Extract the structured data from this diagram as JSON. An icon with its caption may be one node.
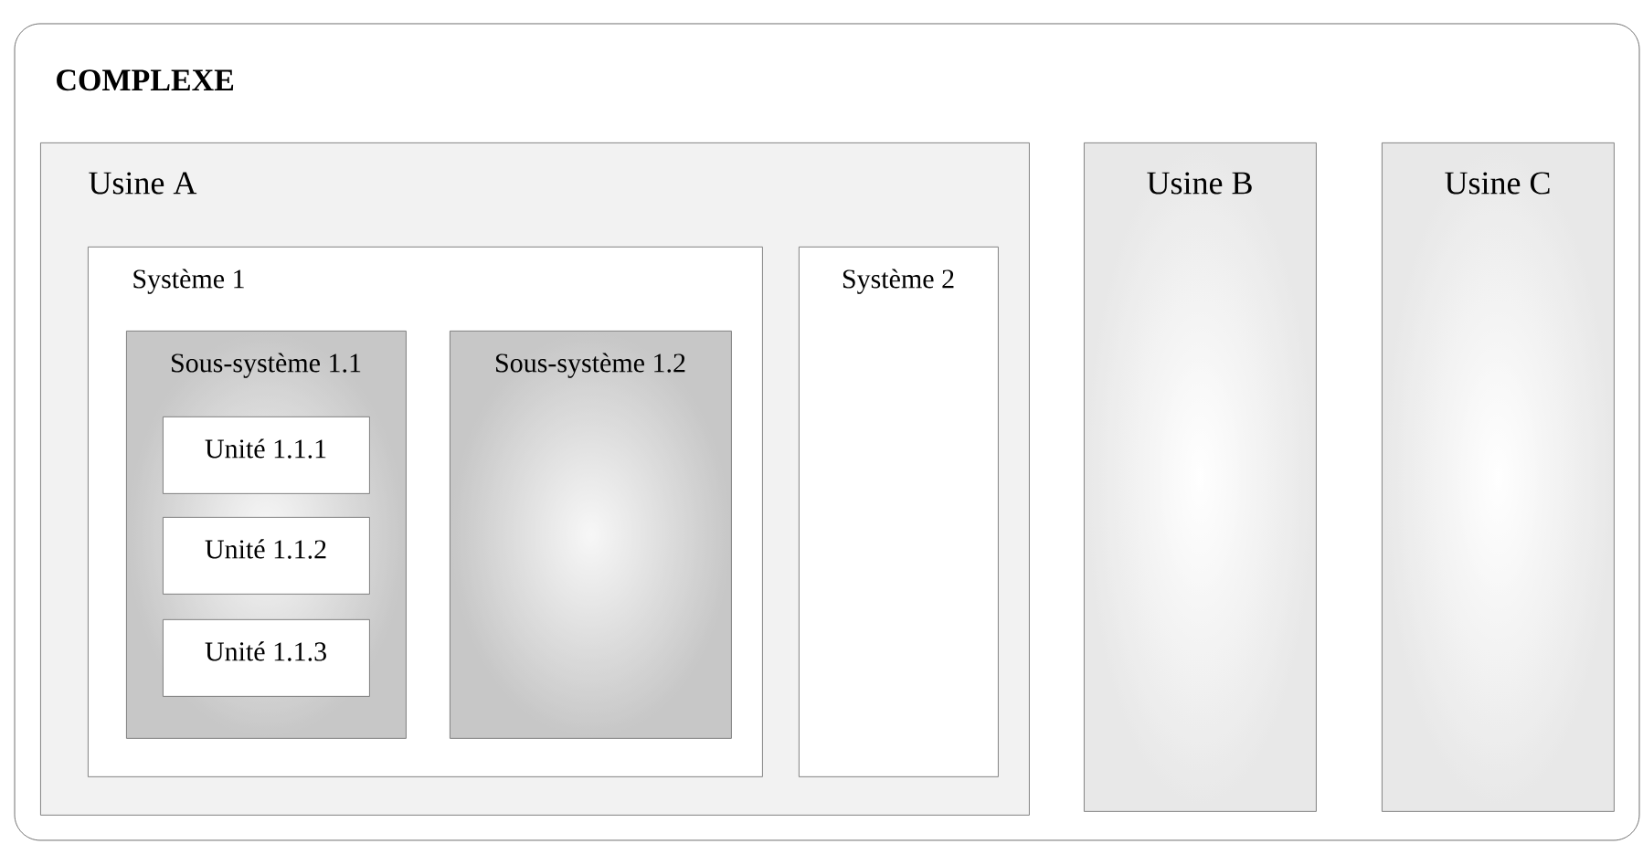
{
  "diagram": {
    "title": "COMPLEXE",
    "nodes": [
      {
        "text": [
          "Usine A"
        ]
      },
      {
        "text": [
          "Système 1"
        ],
        "in": 0
      },
      {
        "text": [
          "Sous-système 1.1"
        ],
        "in": 1
      },
      {
        "text": [
          "Unité 1.1.1"
        ],
        "in": 2
      },
      {
        "text": [
          "Unité 1.1.2"
        ],
        "in": 2
      },
      {
        "text": [
          "Unité 1.1.3"
        ],
        "in": 2
      },
      {
        "text": [
          "Sous-système 1.2"
        ],
        "in": 1
      },
      {
        "text": [
          "Système 2"
        ],
        "in": 0
      },
      {
        "text": [
          "Usine B"
        ]
      },
      {
        "text": [
          "Usine C"
        ]
      }
    ],
    "edges": []
  }
}
